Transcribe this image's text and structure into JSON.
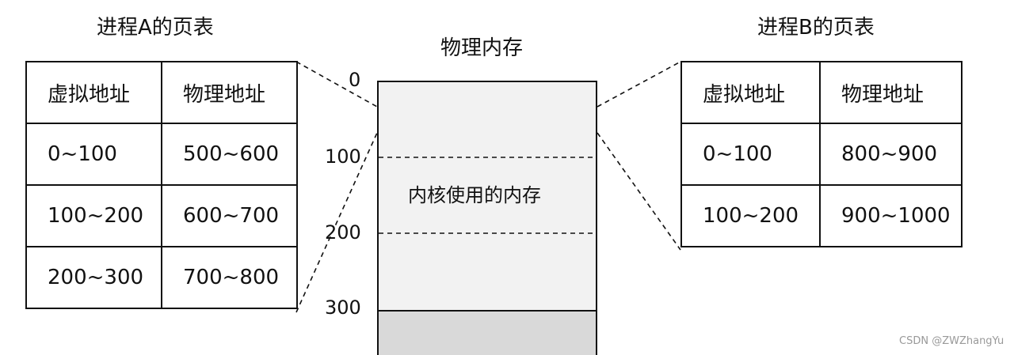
{
  "process_a": {
    "title": "进程A的页表",
    "headers": [
      "虚拟地址",
      "物理地址"
    ],
    "rows": [
      [
        "0~100",
        "500~600"
      ],
      [
        "100~200",
        "600~700"
      ],
      [
        "200~300",
        "700~800"
      ]
    ]
  },
  "process_b": {
    "title": "进程B的页表",
    "headers": [
      "虚拟地址",
      "物理地址"
    ],
    "rows": [
      [
        "0~100",
        "800~900"
      ],
      [
        "100~200",
        "900~1000"
      ]
    ]
  },
  "memory": {
    "title": "物理内存",
    "ticks": [
      "0",
      "100",
      "200",
      "300"
    ],
    "kernel_label": "内核使用的内存",
    "colors": {
      "upper": "#f2f2f2",
      "lower": "#d9d9d9",
      "border": "#111111"
    }
  },
  "watermark": "CSDN @ZWZhangYu"
}
